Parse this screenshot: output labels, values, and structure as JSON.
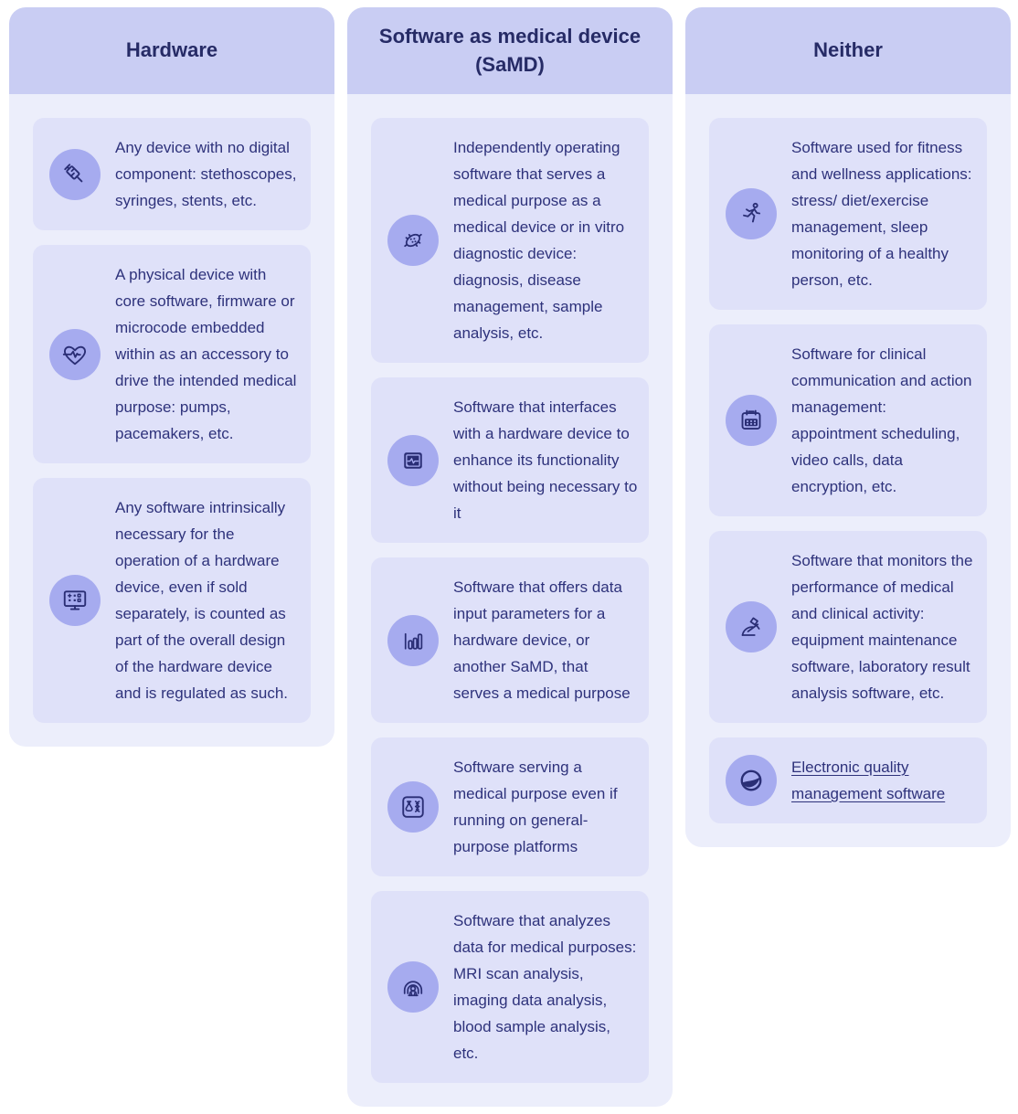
{
  "colors": {
    "page_background": "#FFFFFF",
    "column_header_background": "#C9CDF3",
    "column_body_background": "#ECEEFB",
    "card_background": "#DFE1F9",
    "icon_circle_background": "#A6ABEF",
    "text": "#2E327B",
    "header_text": "#262B66"
  },
  "columns": [
    {
      "title": "Hardware",
      "cards": [
        {
          "icon": "syringe-icon",
          "text": "Any device with no digital component: stethoscopes, syringes, stents, etc."
        },
        {
          "icon": "heart-pulse-icon",
          "text": "A physical device with core software, firmware or microcode embedded within as an accessory to drive the intended medical purpose: pumps, pacemakers, etc."
        },
        {
          "icon": "monitor-apps-icon",
          "text": "Any software intrinsically necessary for the operation of a hardware device, even if sold separately, is counted as part of the overall design of the hardware device and is regulated as such."
        }
      ]
    },
    {
      "title": "Software as medical device (SaMD)",
      "cards": [
        {
          "icon": "microbe-icon",
          "text": "Independently operating software that serves a medical purpose as a medical device or in vitro diagnostic device: diagnosis, disease management, sample analysis, etc."
        },
        {
          "icon": "monitor-waveform-icon",
          "text": "Software that interfaces with a hardware device to enhance its functionality without being necessary to it"
        },
        {
          "icon": "bar-chart-icon",
          "text": "Software that offers data input parameters for a hardware device, or another SaMD, that serves a medical purpose"
        },
        {
          "icon": "flask-dna-icon",
          "text": "Software serving a medical purpose even if running on general-purpose platforms"
        },
        {
          "icon": "mri-scan-icon",
          "text": "Software that analyzes data for medical purposes: MRI scan analysis, imaging data analysis, blood sample analysis, etc."
        }
      ]
    },
    {
      "title": "Neither",
      "cards": [
        {
          "icon": "runner-icon",
          "text": "Software used for fitness and wellness applications: stress/ diet/exercise management, sleep monitoring of a healthy person, etc."
        },
        {
          "icon": "calendar-icon",
          "text": "Software for clinical communication and action management: appointment scheduling, video calls, data encryption, etc."
        },
        {
          "icon": "microscope-icon",
          "text": "Software that monitors the performance of medical and clinical activity: equipment maintenance software, laboratory result analysis software, etc."
        },
        {
          "icon": "globe-logo-icon",
          "text": "Electronic quality management software",
          "link": true
        }
      ]
    }
  ]
}
